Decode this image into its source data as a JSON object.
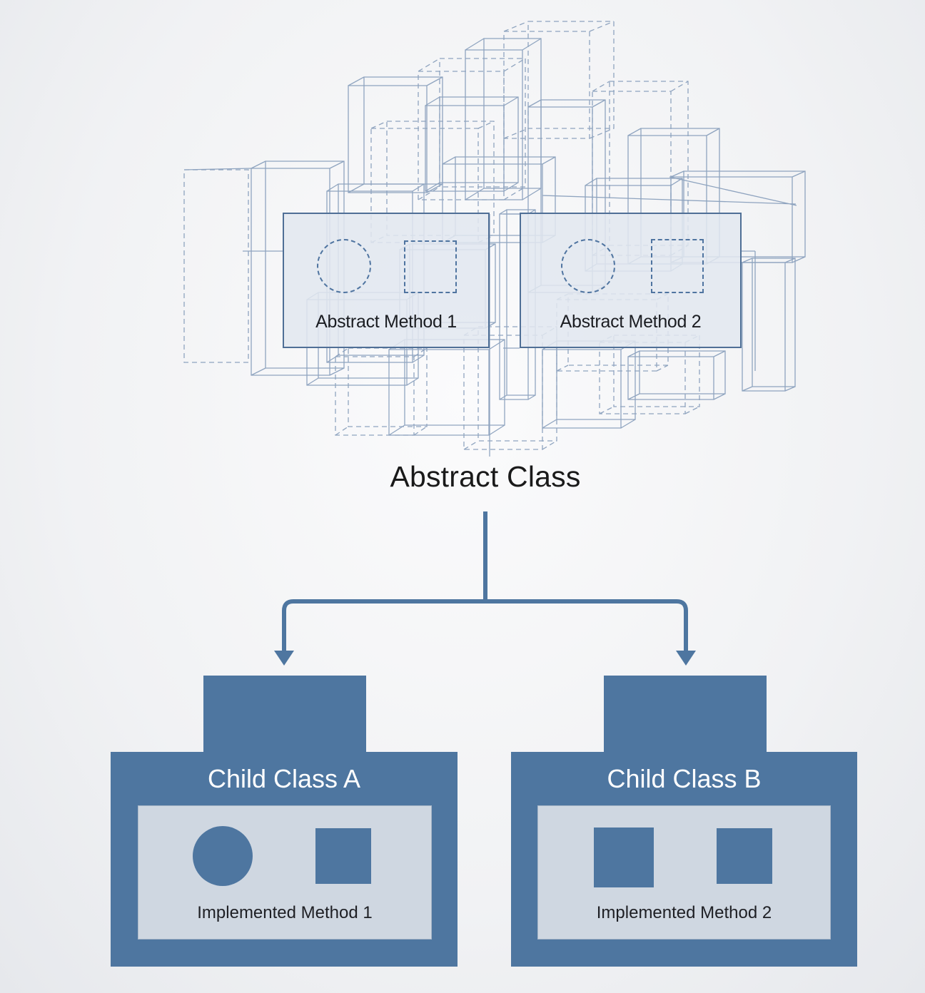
{
  "abstract_class": {
    "title": "Abstract Class",
    "methods": [
      {
        "label": "Abstract Method 1"
      },
      {
        "label": "Abstract Method 2"
      }
    ]
  },
  "children": [
    {
      "title": "Child Class A",
      "method_label": "Implemented Method 1"
    },
    {
      "title": "Child Class B",
      "method_label": "Implemented Method 2"
    }
  ],
  "colors": {
    "wireframe": "#6d89ad",
    "block_fill": "#4e76a0",
    "panel_fill": "#cfd7e1",
    "arrow": "#4e76a0"
  }
}
